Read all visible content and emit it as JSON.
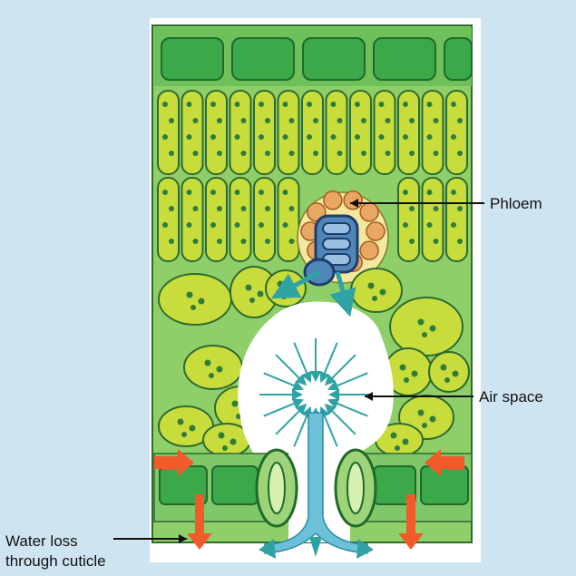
{
  "labels": {
    "phloem": "Phloem",
    "air_space": "Air space",
    "water_loss_line1": "Water loss",
    "water_loss_line2": "through cuticle"
  },
  "colors": {
    "background": "#cfe4f1",
    "leaf_interior": "#8fcf6a",
    "cell_fill": "#c8dc3c",
    "epidermis": "#3ba84a",
    "xylem": "#4f86b8",
    "phloem_cells": "#e8a763",
    "water_arrow": "#2fa3a3",
    "loss_arrow": "#f25a2a"
  }
}
